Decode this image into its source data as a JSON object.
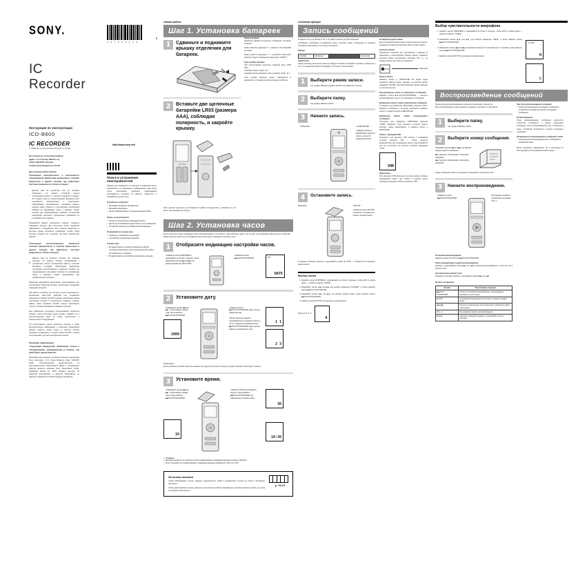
{
  "brand": {
    "logo": "SONY",
    "dot": "."
  },
  "barcode": {
    "digits": "4 9 7 9 5 2 1 1 3",
    "suffix": "0"
  },
  "cover": {
    "product_title": "IC Recorder",
    "instruction_label": "Инструкция по эксплуатации",
    "model": "ICD-B600",
    "small_logo": "IC RECORDER",
    "small_logo_sub": "© 2009 Sony Corporation    Printed in China",
    "url": "http://www.sony.net/"
  },
  "left_column": {
    "importer_block": "Изготовитель: Сони Корпорейшн\nадрес: 1-7-1 Конан, Минато-ку\nТокио 108-0075, Япония\nСтрана-производитель: Китай",
    "eu_block": "Для покупателей в Европе\nУтилизация электрического и электронного оборудования (директива применима в странах Евросоюза и других странах, где действуют системы раздельного сбора отходов)",
    "weee_note": "Данный знак на устройстве или его упаковке обозначает, что данное устройство нельзя утилизировать вместе с прочими бытовыми отходами. Его следует сдать в соответствующий приемный пункт переработки электрического и электронного оборудования. Неправильная утилизация данного изделия может привести к потенциально негативному влиянию на окружающую среду и здоровье людей, поэтому для предотвращения подобных последствий необходимо выполнять специальные требования по утилизации этого изделия.",
    "weee_note2": "Переработка данных материалов поможет сохранить природные ресурсы. Для получения более подробной информации о переработке этого изделия обратитесь в местные органы городского управления, службу сбора бытовых отходов или в магазин, где было приобретено изделие.",
    "battery_dir_title": "Утилизация использованных элементов питания (применяется в странах Евросоюза и других странах, где действуют системы раздельного сбора отходов)",
    "battery_note": "Данный знак на элементе питания или упаковке означает, что элемент питания, поставляемый с устройством, нельзя утилизировать вместе с прочими бытовыми отходами. Обеспечивая правильную утилизацию использованных элементов питания, вы предотвращаете негативное влияние на окружающую среду и здоровье людей, возникающее при неправильной утилизации.",
    "battery_note2": "Вторичная переработка материалов, использованных при изготовлении элементов питания, способствует сохранению природных ресурсов.",
    "battery_note3": "При работе устройств, для которых в целях безопасности, выполнения каких-либо действий или сохранения имеющихся в памяти устройств данных необходима подача постоянного питания от встроенного элемента питания, замену такого элемента питания следует производить только в специализированных сервисных центрах.",
    "battery_note4": "Для правильной утилизации использованных элементов питания, после истечения срока службы, сдавайте их в соответствующий пункт по сбору электронного и электрического оборудования.",
    "battery_note5": "Об использовании прочих элементов питания, а также дополнительную информацию о вторичной переработке данного изделия, можно узнать в местных органах городского управления, в службе сбора бытовых отходов или в магазине, где было приобретено изделие.",
    "eu_importer_title": "Правовая информация:",
    "eu_importer": "следующая маркировка применима только к оборудованию, продаваемому в странах, где действуют директивы ЕС",
    "eu_importer2": "Производителем данного устройства является корпорация Sony Corporation, 1-7-1 Konan Minato-ku Tokyo, 108-0075 Japan. Уполномоченным представителем по электромагнитной совместимости (EMC) и безопасности изделия является компания Sony Deutschland GmbH, Hedelfinger Strasse 61, 70327 Stuttgart, Germany. По вопросам обслуживания и гарантии обращайтесь по адресам, указанным в соответствующих документах."
  },
  "troubleshoot": {
    "title": "Поиск и устранение неисправностей",
    "intro": "Прежде чем обращаться за помощью в сервисный центр, ознакомьтесь со сведениями, приведенными ниже. Если после выполнения указанных рекомендаций неисправность устранить не удалось, обратитесь к ближайшему дилеру Sony.",
    "subtitle": "Устройство не работает.",
    "items": [
      "Батарейки вставлены неправильно.",
      "Батарейки разряжены.",
      "Кнопки заблокированы с помощью функции HOLD."
    ],
    "sub2": "Запись не производится.",
    "items2": [
      "Остается слишком мало свободной памяти.",
      "Достигнуто максимально допустимое число сообщений.",
      "Устройство находится в режиме воспроизведения."
    ],
    "sub3": "Из динамика не слышен звук.",
    "items3": [
      "Громкость установлена на минимум.",
      "К устройству подключены наушники."
    ],
    "sub4": "Слышен шум.",
    "items4": [
      "Во время записи устройство находилось вблизи источника переменного тока, флуоресцентной лампы или мобильного телефона.",
      "Во время записи к устройству прикасались пальцем."
    ]
  },
  "col2": {
    "kicker": "Начало работы",
    "bar": "Шаг 1. Установка батареек",
    "steps": [
      {
        "num": "1",
        "text": "Сдвиньте и поднимите крышку отделения для батареек."
      },
      {
        "num": "2",
        "text": "Вставьте две щелочные батарейки LR03 (размера AAA), соблюдая полярность, и закройте крышку."
      }
    ],
    "cap1": "Если крышка отделения для батареек случайно отсоединилась, установите ее на место, как показано на рисунке.",
    "side_title": "Замена батареек",
    "side_text": "Индикатор батарей на дисплее отображает состояние батареек.",
    "side_rows": [
      "Когда появится индикация \"□\", замените обе батарейки на новые.",
      "Когда появится индикация \"□\", устройство перестанет работать. Будет отображаться индикация \"LOBATT\"."
    ],
    "side_note_title": "Срок службы батареек",
    "side_note": "При использовании щелочных батареек Sony LR03 (SG):\nв режиме записи: прибл. 23 ч\nв режиме воспроизведения через динамик: прибл. 11 ч",
    "side_note2": "Срок службы батареек может сокращаться в зависимости от характера эксплуатации устройства.",
    "bar2": "Шаг 2. Установка часов",
    "clock_intro": "Если на дисплее мигает индикация часов, вам необходимо их установить. Часы работают даже в том случае, если батарейки извлечены из устройства.",
    "clock_intro2": "Перед началом записи для отображения на дисплее даты и времени установите часы.",
    "steps2": [
      {
        "num": "1",
        "text": "Отобразите индикацию настройки часов."
      },
      {
        "num": "2",
        "text": "Установите дату."
      },
      {
        "num": "3",
        "text": "Установите время."
      }
    ],
    "c1a": "Нажмите кнопку DISP/MENU и удерживайте ее более 1 секунды, затем нажимайте кнопки ◀◀ или ▶▶ для выбора параметра \"SET DATE\".",
    "c1b": "Нажмите кнопку ▶▶PLAY/STOP•ENTER.",
    "c2a": "Нажимайте кнопки ◀◀ или ▶▶, чтобы выбрать цифры года, затем нажмите ▶▶PLAY/STOP•ENTER.",
    "c2b": "Нажмите кнопку ▶▶PLAY/STOP•ENTER. Будут мигать цифры месяца.",
    "c2c": "Затем таким же образом последовательно установите месяц и число, каждый раз нажимая кнопку ▶▶PLAY/STOP•ENTER. Будут мигать цифры установленного часа.",
    "c2note": "Примечание\nЕсли в режиме установки часов не нажимать ни одну кнопку более 1 минуты, режим установки часов будет отменен.",
    "c3a": "Нажимайте кнопки ◀◀ или ▶▶, чтобы выбрать цифры часа, затем нажмите ▶▶PLAY/STOP•ENTER.",
    "c3b": "Таким же образом установите минуты, затем нажмите ▶▶PLAY/STOP•ENTER для завершения установки часов.",
    "c3notes": [
      "Вы можете выбрать 12-часовой или 24-часовой формат отображения времени в меню \"12H/24H\".",
      "Если установлен 12-часовой формат, к индикации времени добавляется \"AM\" или \"PM\"."
    ],
    "notice_title": "Источник питания",
    "notice_l1": "Чтобы заблокировать кнопки, сдвиньте переключатель HOLD в направлении стрелки до упора в положение \"включено\".",
    "notice_l2": "Чтобы разблокировать кнопки, сдвиньте переключатель HOLD в направлении, противоположном стрелке, до упора в положение \"выключено\".",
    "hold_label": "HOLD"
  },
  "col3": {
    "kicker": "Основные функции",
    "bar": "Запись сообщений",
    "intro1": "В памяти этого устройства (А, В, С, D) можно записать до 99 сообщений.",
    "intro2": "Сообщение, записанное в выбранной папке, получает номер, следующий за номером последнего записанного в эту папку сообщения.",
    "ex_title": "Пример",
    "tbl_cols": [
      "FOLDER",
      "MESSAGE",
      "",
      "HQ  05м 30с"
    ],
    "note_ttl": "Примечание",
    "note_txt": "Перед началом длительной записи не забудьте заменить батарейки на новые и убедитесь в том, что индикатор батарей отображает состояние \"полный заряд\".",
    "steps": [
      {
        "num": "1",
        "text": "Выберите режим записи.",
        "sub": "См. раздел \"Выбор режима записи\" на обратной стороне."
      },
      {
        "num": "2",
        "text": "Выберите папку.",
        "sub": "См. раздел \"Выбор папки\"."
      },
      {
        "num": "3",
        "text": "Начните запись."
      },
      {
        "num": "4",
        "text": "Остановите запись."
      }
    ],
    "lbl_mic": "Микрофон",
    "lbl_rec": "● REC/PAUSE",
    "lbl_stop": "■ STOP",
    "rec_note": "Нажмите кнопку ● REC/PAUSE. Начнется запись, загорится индикатор работы.",
    "stop_note": "Нажмите кнопку ■ STOP. Устройство остановится в начале текущей записи.",
    "after_stop": "В режиме остановки нажмите и удерживайте кнопку ■ STOP — отобразится оставшееся время записи.",
    "folder_title": "Выбор папки",
    "folder_steps": [
      "Нажмите кнопку DISP/MENU и удерживайте ее более 1 секунды, чтобы войти в режим меню — появится надпись \"MODE\".",
      "Нажимайте кнопки ◀◀ или ▶▶ для выбора параметра \"FOLDER\", а затем нажмите кнопку ▶▶PLAY/STOP•ENTER.",
      "Нажимайте кнопки ◀◀ или ▶▶ для выбора нужной папки, затем нажмите кнопку ▶▶PLAY/STOP•ENTER.",
      "Нажмите кнопку ■ STOP для выхода из режима меню."
    ],
    "folder_caption": "Папки A, B, C, D"
  },
  "col4": {
    "sub1_title": "Оставшееся время записи",
    "sub1": "Если оставшееся время записи станет меньше 1 минуты, индикация оставшегося времени записи начнет мигать.",
    "sub2_title": "Контроль записи",
    "sub2": "Подключите наушники (не прилагаются) к разъему Ω (наушники) и контролируйте процесс записи. Громкость контроля можно регулировать кнопками VOL +/–, но уровень записи при этом не изменяется.",
    "sub3_title": "Пауза в записи",
    "sub3": "Нажмите кнопку ● REC/PAUSE. Во время паузы индикатор работы мигает красным, на дисплее мигает индикация \"PAUSE\". Для возобновления записи нажмите эту кнопку еще раз.",
    "sub4_title": "Прослушивание только что записанного сообщения",
    "sub4": "Нажмите кнопку ▶▶PLAY/STOP•ENTER — начнется воспроизведение только что записанного сообщения.",
    "sub5_title": "Добавление записи к ранее записанному сообщению",
    "sub5": "Установите для параметра \"ADD/OVER\" значение \"ADD\". Выберите сообщение, к которому необходимо добавить запись, и нажмите кнопку ● REC/PAUSE.",
    "sub6_title": "Добавление записи поверх существующего сообщения",
    "sub6": "Установите для параметра \"ADD/OVER\" значение \"OVER\". Выберите точку, начиная с которой следует записать новую информацию, и нажмите кнопку ● REC/PAUSE.",
    "vor_title": "Запись с функцией VOR",
    "vor": "Установите для функции VOR (запись с активацией голосом) значение \"ON\" — запись начнется автоматически при обнаружении звука и приостановится при его отсутствии. На дисплее появится индикация \"VOR\".",
    "vor_note_ttl": "Примечание",
    "vor_note": "Если функция VOR включена, на запись влияет уровень окружающего шума. При записи в шумном месте переведите функцию VOR в положение \"OFF\".",
    "mode_title": "Выбор режима записи"
  },
  "col5": {
    "mic_title": "Выбор чувствительности микрофона",
    "mic_steps": [
      "Нажмите кнопку DISP/MENU и удерживайте ее более 1 секунды, чтобы войти в режим меню — появится надпись \"MODE\".",
      "Нажимайте кнопки ◀◀ или ▶▶ для выбора параметра \"SENS\", а затем нажмите кнопку ▶▶PLAY/STOP•ENTER.",
      "Нажимайте кнопки ◀◀ или ▶▶ для выбора значения \"Н\" (высокая) или \"L\" (низкая), затем нажмите кнопку ▶▶PLAY/STOP•ENTER.",
      "Нажмите кнопку ■ STOP для выхода из режима меню."
    ],
    "lcd_h": "H",
    "lcd_l": "L",
    "bar": "Воспроизведение сообщений",
    "intro1": "Перед началом воспроизведения подключите наушники к разъему Ω.",
    "intro2": "Для воспроизведения через динамик отсоедините наушники от разъема Ω.",
    "steps": [
      {
        "num": "1",
        "text": "Выберите папку.",
        "sub": "См. раздел \"Выбор папки\"."
      },
      {
        "num": "2",
        "text": "Выберите номер сообщения."
      },
      {
        "num": "3",
        "text": "Начните воспроизведение."
      }
    ],
    "s2a": "Нажимайте кнопки ◀◀ или ▶▶ для выбора номера нужного сообщения.",
    "s2b": "▶▶: переход к сообщениям с большими номерами",
    "s2c": "◀◀: переход к сообщениям с меньшими номерами",
    "s3a": "Нажмите кнопку ▶▶PLAY/STOP•ENTER.",
    "s3b": "Регулировка громкости производится кнопками VOL +/–.",
    "stop_title": "Остановка воспроизведения",
    "stop_txt": "Нажмите кнопку ■ STOP или ▶▶PLAY/STOP•ENTER.",
    "search_title": "Поиск вперед/назад во время воспроизведения",
    "search_txt": "Нажмите и удерживайте кнопку ▶▶ или ◀◀ во время воспроизведения, и отпустите ее в нужной точке.",
    "fast_title": "Быстрый поиск нужной точки",
    "fast_txt": "В режиме остановки нажмите и удерживайте кнопку ▶▶ или ◀◀.",
    "tbl_title": "Кнопки и их функции",
    "tbl_head": [
      "Кнопка",
      "Выполняемая операция"
    ],
    "tbl_rows": [
      [
        "▶▶PLAY/\nSTOP•ENTER",
        "Начало и остановка воспроизведения, подтверждение выбранного пункта меню"
      ],
      [
        "■ STOP",
        "Остановка воспроизведения или записи, выход из режима меню"
      ],
      [
        "◀◀ / ▶▶",
        "Переход к предыдущему или следующему сообщению, выбор пункта меню"
      ],
      [
        "VOL +/–",
        "Регулировка громкости воспроизведения"
      ],
      [
        "ERASE",
        "Удаление сообщения (нажмите и удерживайте более 1 секунды)"
      ]
    ],
    "last_note": "Более подробную информацию см. в инструкции по эксплуатации на прилагаемом компакт-диске."
  }
}
